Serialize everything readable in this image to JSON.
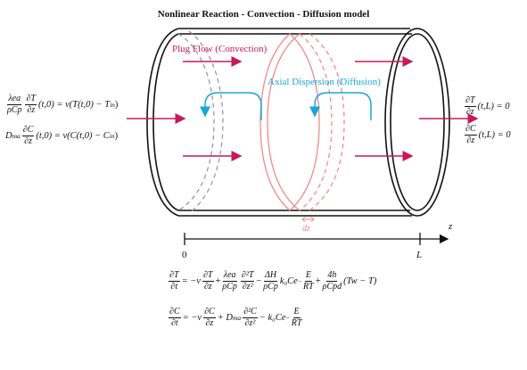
{
  "title": "Nonlinear Reaction - Convection - Diffusion model",
  "labels": {
    "plug_flow": "Plug Flow (Convection)",
    "axial_dispersion": "Axial Dispersion (Diffusion)",
    "dz": "dz",
    "axis_z": "z",
    "axis_zero": "0",
    "axis_L": "L"
  },
  "colors": {
    "convection": "#c8185c",
    "diffusion": "#1aa5d8",
    "slice": "#f08a8a",
    "dashed_gray": "#9a9a9a",
    "outline": "#111111"
  },
  "equations": {
    "bc_left_T": {
      "lhs_num": "λea",
      "lhs_den": "ρCp",
      "d_num": "∂T",
      "d_den": "∂z",
      "rest": "(t,0) = v(T(t,0) − T",
      "sub": "in",
      "close": ")"
    },
    "bc_left_C": {
      "lead": "D",
      "lead_sub": "ma",
      "d_num": "∂C",
      "d_den": "∂z",
      "rest": "(t,0) = v(C(t,0) − C",
      "sub": "in",
      "close": ")"
    },
    "bc_right_T": {
      "d_num": "∂T",
      "d_den": "∂z",
      "rest": "(t,L) = 0"
    },
    "bc_right_C": {
      "d_num": "∂C",
      "d_den": "∂z",
      "rest": "(t,L) = 0"
    },
    "pde_T": {
      "lhs_num": "∂T",
      "lhs_den": "∂t",
      "t1": "= −v",
      "t1_num": "∂T",
      "t1_den": "∂z",
      "t2_num": "λea",
      "t2_den": "ρCp",
      "t3_num": "∂²T",
      "t3_den": "∂z²",
      "t4_num": "ΔH",
      "t4_den": "ρCp",
      "t5": "k₀Ce",
      "exp_num": "E",
      "exp_den": "RT",
      "t6_num": "4h",
      "t6_den": "ρCpd",
      "t7": "(Tw − T)"
    },
    "pde_C": {
      "lhs_num": "∂C",
      "lhs_den": "∂t",
      "t1": "= −v",
      "t1_num": "∂C",
      "t1_den": "∂z",
      "t2": "+ D",
      "t2_sub": "ma",
      "t3_num": "∂²C",
      "t3_den": "∂z²",
      "t4": "− k₀Ce",
      "exp_num": "E",
      "exp_den": "RT"
    }
  }
}
